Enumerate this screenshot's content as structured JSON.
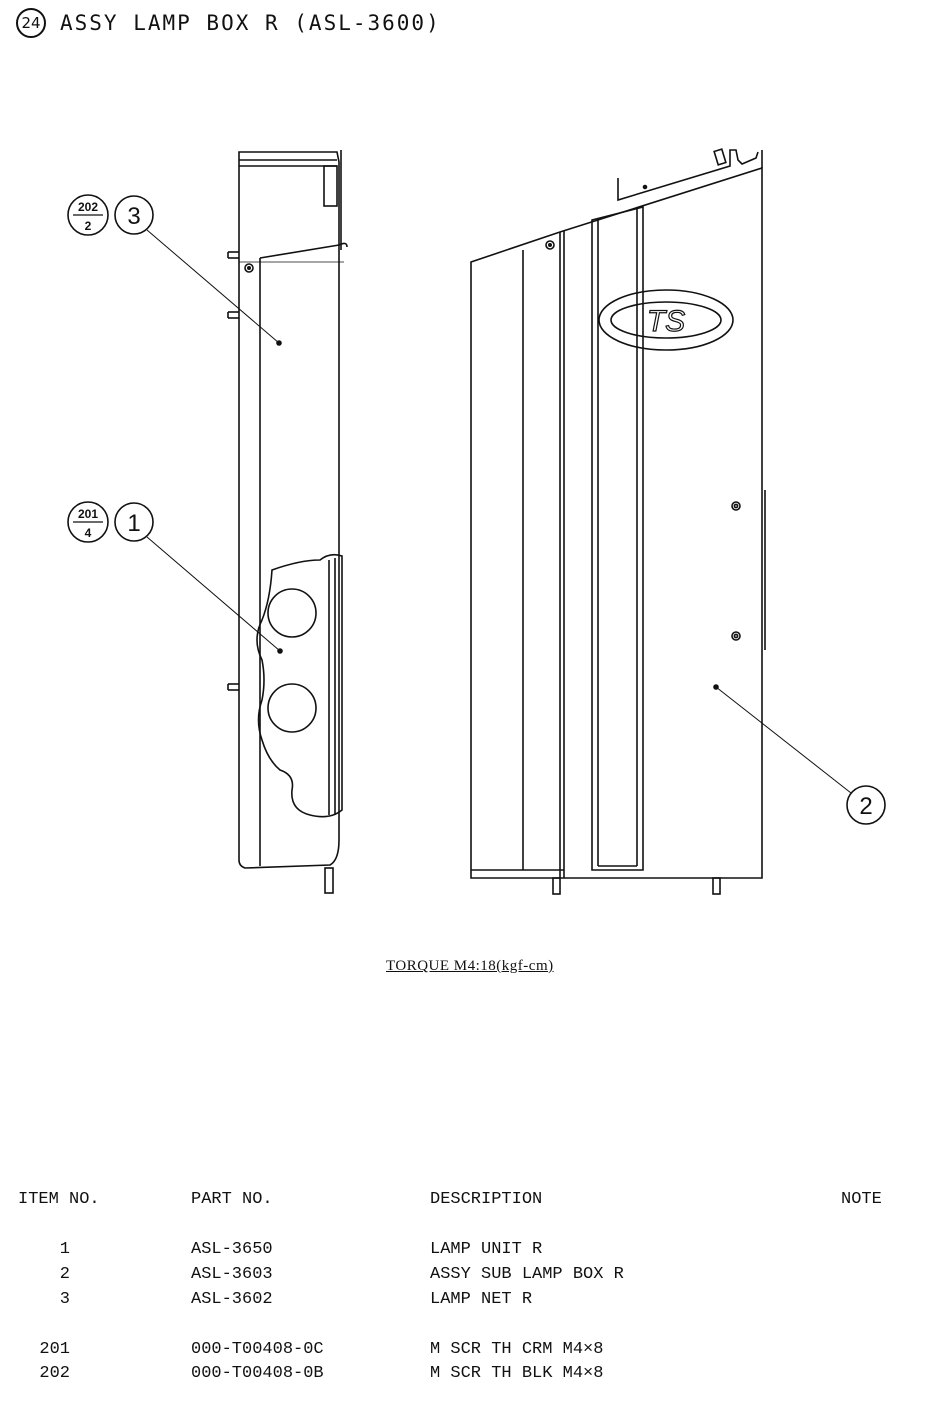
{
  "header": {
    "section_number": "24",
    "title": "ASSY LAMP BOX R (ASL-3600)"
  },
  "callouts": {
    "item3": "3",
    "item3_frac_top": "202",
    "item3_frac_bottom": "2",
    "item1": "1",
    "item1_frac_top": "201",
    "item1_frac_bottom": "4",
    "item2": "2",
    "badge": "TS"
  },
  "torque_note": "TORQUE M4:18(kgf-cm)",
  "parts_table": {
    "headers": {
      "item": "ITEM NO.",
      "part": "PART NO.",
      "description": "DESCRIPTION",
      "note": "NOTE"
    },
    "rows": [
      {
        "item": "1",
        "part": "ASL-3650",
        "description": "LAMP UNIT R",
        "note": ""
      },
      {
        "item": "2",
        "part": "ASL-3603",
        "description": "ASSY SUB LAMP BOX R",
        "note": ""
      },
      {
        "item": "3",
        "part": "ASL-3602",
        "description": "LAMP NET R",
        "note": ""
      },
      {
        "item": "201",
        "part": "000-T00408-0C",
        "description": "M SCR TH CRM M4×8",
        "note": ""
      },
      {
        "item": "202",
        "part": "000-T00408-0B",
        "description": "M SCR TH BLK M4×8",
        "note": ""
      }
    ]
  }
}
